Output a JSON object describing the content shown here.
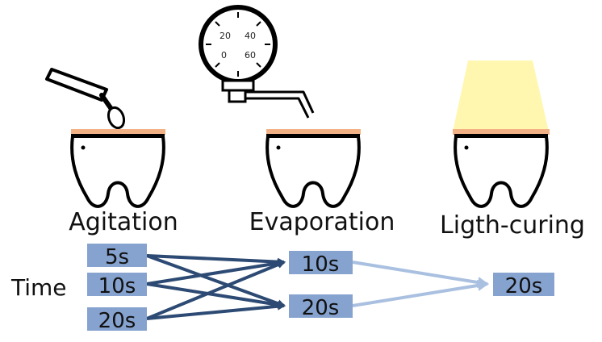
{
  "steps": [
    {
      "label": "Agitation"
    },
    {
      "label": "Evaporation"
    },
    {
      "label": "Ligth-curing"
    }
  ],
  "time_label": "Time",
  "agitation_times": [
    "5s",
    "10s",
    "20s"
  ],
  "evaporation_times": [
    "10s",
    "20s"
  ],
  "curing_times": [
    "20s"
  ],
  "gauge_ticks": [
    "20",
    "40",
    "0",
    "60"
  ],
  "colors": {
    "box_fill": "#86a3cf",
    "arrow_dark": "#2c4a73",
    "arrow_light": "#a9c0e0",
    "adhesive_layer": "#f2b286",
    "light_cone": "#fff7b0",
    "outline": "#000000"
  },
  "icons": [
    "brush-applicator-icon",
    "air-pressure-gauge-icon",
    "light-cone-icon",
    "tooth-icon"
  ]
}
